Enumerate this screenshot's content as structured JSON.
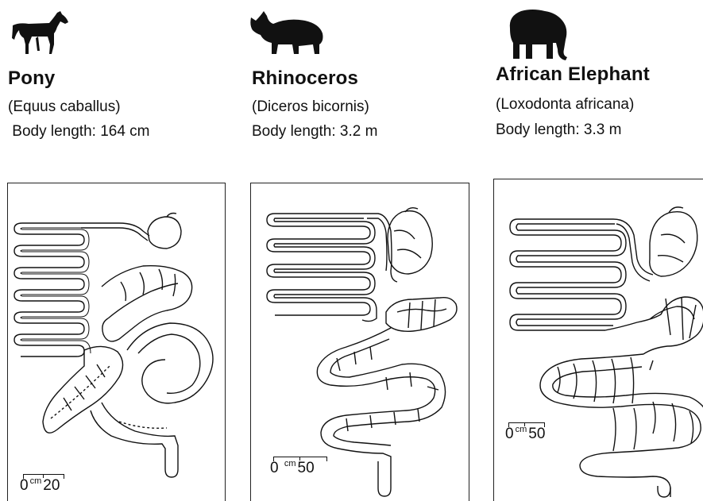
{
  "animals": [
    {
      "name": "Pony",
      "scientific": "(Equus caballus)",
      "length": " Body length: 164 cm",
      "scale_start": "0",
      "scale_unit": "cm",
      "scale_end": "20",
      "icon": "pony-icon"
    },
    {
      "name": "Rhinoceros",
      "scientific": "(Diceros bicornis)",
      "length": "Body length: 3.2 m",
      "scale_start": "0",
      "scale_unit": "cm",
      "scale_end": "50",
      "icon": "rhinoceros-icon"
    },
    {
      "name": "African Elephant",
      "scientific": "(Loxodonta africana)",
      "length": "Body length: 3.3 m",
      "scale_start": "0",
      "scale_unit": "cm",
      "scale_end": "50",
      "icon": "elephant-icon"
    }
  ],
  "colors": {
    "ink": "#111111",
    "background": "#ffffff"
  }
}
